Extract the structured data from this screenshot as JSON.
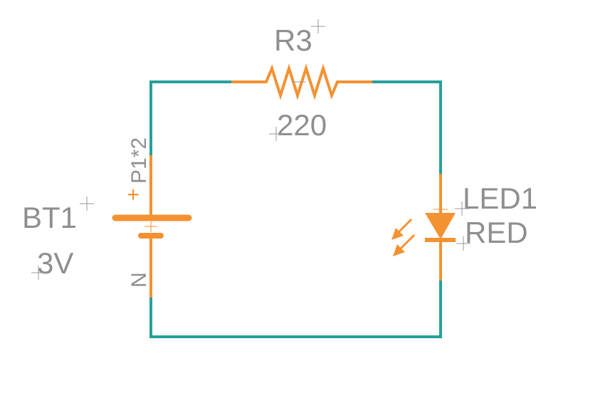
{
  "schematic": {
    "colors": {
      "wire": "#26a09a",
      "part": "#f49131",
      "label": "#8f8f8f"
    },
    "resistor": {
      "ref": "R3",
      "value": "220"
    },
    "battery": {
      "ref": "BT1",
      "value": "3V",
      "pin_positive": "P1*2",
      "pin_negative": "N",
      "plus_sign": "+"
    },
    "led": {
      "ref": "LED1",
      "value": "RED"
    }
  }
}
